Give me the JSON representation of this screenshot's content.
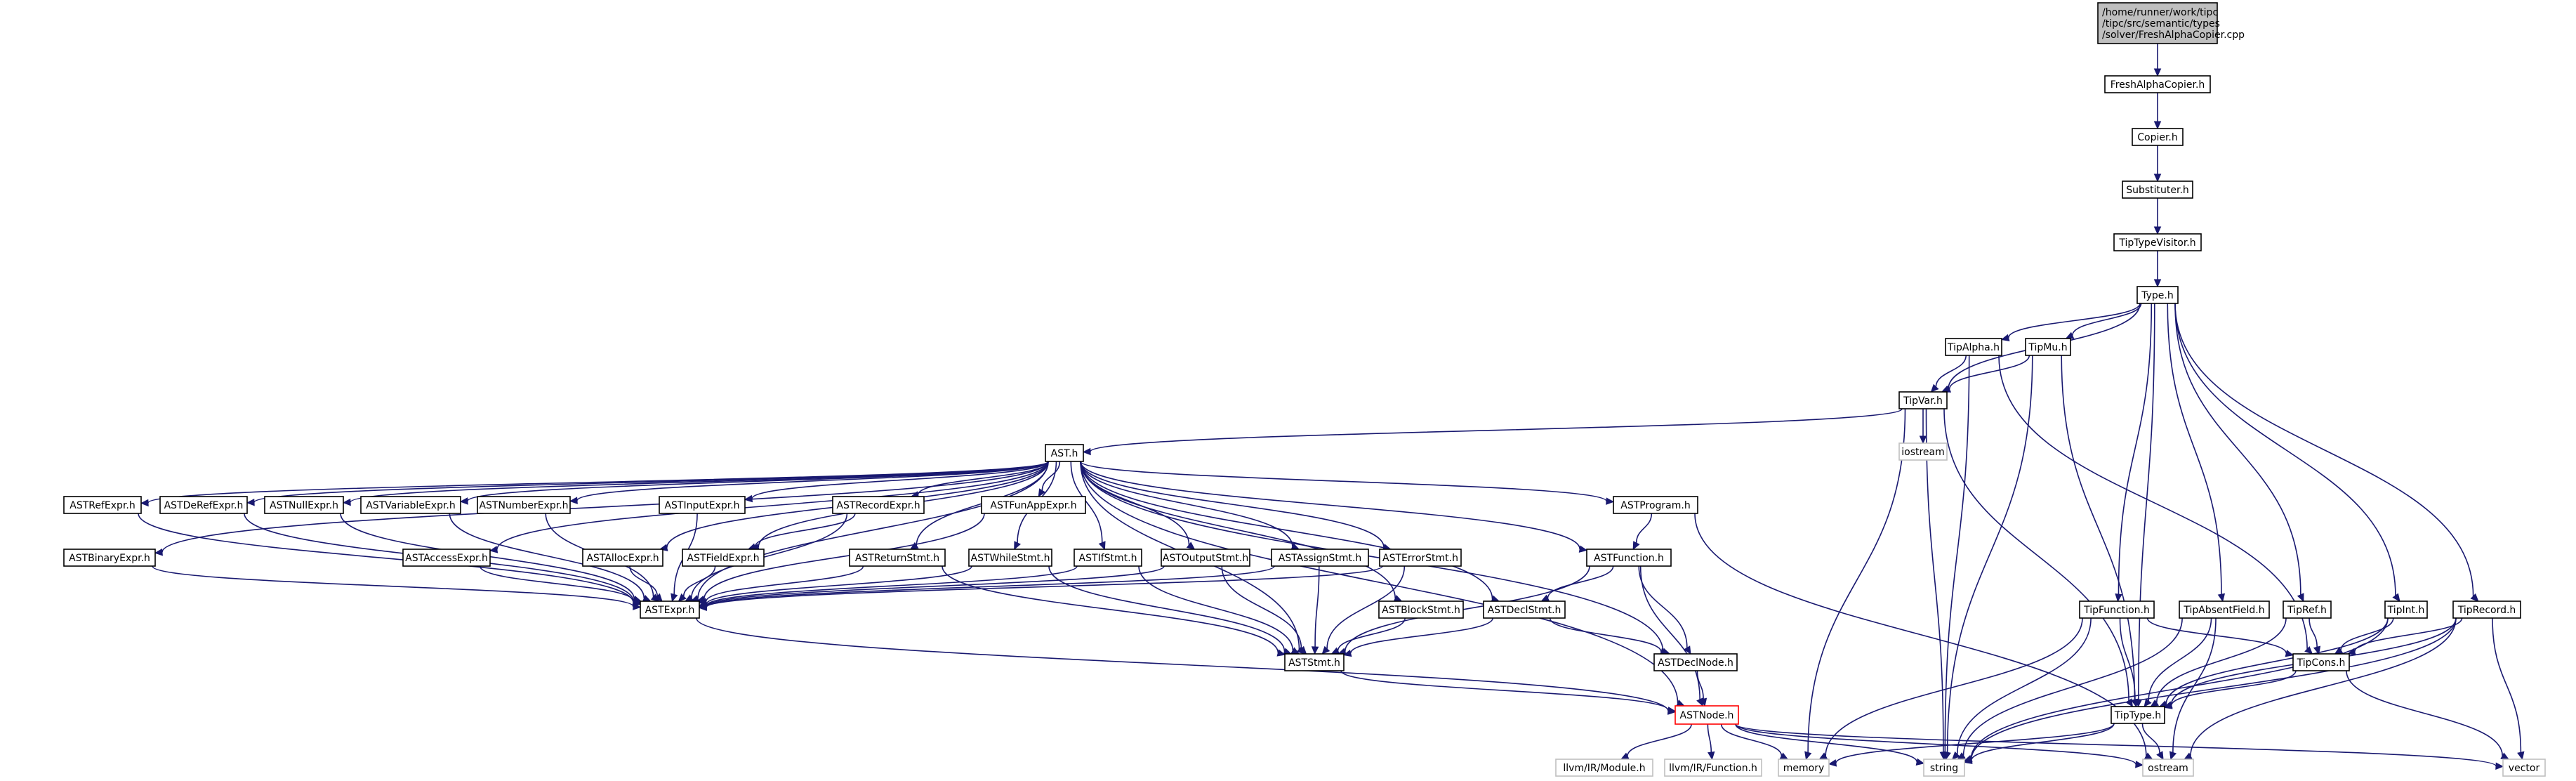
{
  "colors": {
    "edge": "#191970",
    "root_fill": "#bfbfbf",
    "node_border": "#000000",
    "ext_border": "#bfbfbf",
    "red_border": "#ff0000"
  },
  "nodes": [
    {
      "id": "root",
      "lines": [
        "/home/runner/work/tipc",
        "/tipc/src/semantic/types",
        "/solver/FreshAlphaCopier.cpp"
      ],
      "style": "root"
    },
    {
      "id": "fac",
      "lines": [
        "FreshAlphaCopier.h"
      ]
    },
    {
      "id": "copier",
      "lines": [
        "Copier.h"
      ]
    },
    {
      "id": "subst",
      "lines": [
        "Substituter.h"
      ]
    },
    {
      "id": "ttv",
      "lines": [
        "TipTypeVisitor.h"
      ]
    },
    {
      "id": "type",
      "lines": [
        "Type.h"
      ]
    },
    {
      "id": "tipalpha",
      "lines": [
        "TipAlpha.h"
      ]
    },
    {
      "id": "tipmu",
      "lines": [
        "TipMu.h"
      ]
    },
    {
      "id": "tipvar",
      "lines": [
        "TipVar.h"
      ]
    },
    {
      "id": "iostream",
      "lines": [
        "iostream"
      ],
      "style": "grey"
    },
    {
      "id": "ast",
      "lines": [
        "AST.h"
      ]
    },
    {
      "id": "arefexpr",
      "lines": [
        "ASTRefExpr.h"
      ]
    },
    {
      "id": "aderef",
      "lines": [
        "ASTDeRefExpr.h"
      ]
    },
    {
      "id": "anull",
      "lines": [
        "ASTNullExpr.h"
      ]
    },
    {
      "id": "avar",
      "lines": [
        "ASTVariableExpr.h"
      ]
    },
    {
      "id": "anum",
      "lines": [
        "ASTNumberExpr.h"
      ]
    },
    {
      "id": "ainput",
      "lines": [
        "ASTInputExpr.h"
      ]
    },
    {
      "id": "arecord",
      "lines": [
        "ASTRecordExpr.h"
      ]
    },
    {
      "id": "afunapp",
      "lines": [
        "ASTFunAppExpr.h"
      ]
    },
    {
      "id": "aprog",
      "lines": [
        "ASTProgram.h"
      ]
    },
    {
      "id": "abin",
      "lines": [
        "ASTBinaryExpr.h"
      ]
    },
    {
      "id": "aaccess",
      "lines": [
        "ASTAccessExpr.h"
      ]
    },
    {
      "id": "aalloc",
      "lines": [
        "ASTAllocExpr.h"
      ]
    },
    {
      "id": "afield",
      "lines": [
        "ASTFieldExpr.h"
      ]
    },
    {
      "id": "aret",
      "lines": [
        "ASTReturnStmt.h"
      ]
    },
    {
      "id": "awhile",
      "lines": [
        "ASTWhileStmt.h"
      ]
    },
    {
      "id": "aif",
      "lines": [
        "ASTIfStmt.h"
      ]
    },
    {
      "id": "aout",
      "lines": [
        "ASTOutputStmt.h"
      ]
    },
    {
      "id": "aassign",
      "lines": [
        "ASTAssignStmt.h"
      ]
    },
    {
      "id": "aerr",
      "lines": [
        "ASTErrorStmt.h"
      ]
    },
    {
      "id": "afunc",
      "lines": [
        "ASTFunction.h"
      ]
    },
    {
      "id": "aexpr",
      "lines": [
        "ASTExpr.h"
      ]
    },
    {
      "id": "ablock",
      "lines": [
        "ASTBlockStmt.h"
      ]
    },
    {
      "id": "adecl",
      "lines": [
        "ASTDeclStmt.h"
      ]
    },
    {
      "id": "astmt",
      "lines": [
        "ASTStmt.h"
      ]
    },
    {
      "id": "adeclnode",
      "lines": [
        "ASTDeclNode.h"
      ]
    },
    {
      "id": "anode",
      "lines": [
        "ASTNode.h"
      ],
      "style": "red"
    },
    {
      "id": "llvmmod",
      "lines": [
        "llvm/IR/Module.h"
      ],
      "style": "grey"
    },
    {
      "id": "llvmfn",
      "lines": [
        "llvm/IR/Function.h"
      ],
      "style": "grey"
    },
    {
      "id": "memory",
      "lines": [
        "memory"
      ],
      "style": "grey"
    },
    {
      "id": "string",
      "lines": [
        "string"
      ],
      "style": "grey"
    },
    {
      "id": "ostream",
      "lines": [
        "ostream"
      ],
      "style": "grey"
    },
    {
      "id": "vector",
      "lines": [
        "vector"
      ],
      "style": "grey"
    },
    {
      "id": "tipfunc",
      "lines": [
        "TipFunction.h"
      ]
    },
    {
      "id": "tipabsent",
      "lines": [
        "TipAbsentField.h"
      ]
    },
    {
      "id": "tipref",
      "lines": [
        "TipRef.h"
      ]
    },
    {
      "id": "tipint",
      "lines": [
        "TipInt.h"
      ]
    },
    {
      "id": "tiprecord",
      "lines": [
        "TipRecord.h"
      ]
    },
    {
      "id": "tipcons",
      "lines": [
        "TipCons.h"
      ]
    },
    {
      "id": "tiptype",
      "lines": [
        "TipType.h"
      ]
    }
  ],
  "edges": [
    [
      "root",
      "fac"
    ],
    [
      "fac",
      "copier"
    ],
    [
      "copier",
      "subst"
    ],
    [
      "subst",
      "ttv"
    ],
    [
      "ttv",
      "type"
    ],
    [
      "type",
      "tipalpha"
    ],
    [
      "type",
      "tipmu"
    ],
    [
      "type",
      "tipvar"
    ],
    [
      "type",
      "tipfunc"
    ],
    [
      "type",
      "tipabsent"
    ],
    [
      "type",
      "tipref"
    ],
    [
      "type",
      "tipint"
    ],
    [
      "type",
      "tiprecord"
    ],
    [
      "type",
      "tiptype"
    ],
    [
      "tipalpha",
      "tipvar"
    ],
    [
      "tipalpha",
      "tipcons"
    ],
    [
      "tipalpha",
      "string"
    ],
    [
      "tipmu",
      "tipvar"
    ],
    [
      "tipmu",
      "tiptype"
    ],
    [
      "tipmu",
      "string"
    ],
    [
      "tipvar",
      "ast"
    ],
    [
      "tipvar",
      "iostream"
    ],
    [
      "tipvar",
      "memory"
    ],
    [
      "tipvar",
      "string"
    ],
    [
      "tipvar",
      "tiptype"
    ],
    [
      "ast",
      "arefexpr"
    ],
    [
      "ast",
      "aderef"
    ],
    [
      "ast",
      "anull"
    ],
    [
      "ast",
      "avar"
    ],
    [
      "ast",
      "anum"
    ],
    [
      "ast",
      "ainput"
    ],
    [
      "ast",
      "arecord"
    ],
    [
      "ast",
      "afunapp"
    ],
    [
      "ast",
      "aprog"
    ],
    [
      "ast",
      "abin"
    ],
    [
      "ast",
      "aaccess"
    ],
    [
      "ast",
      "aalloc"
    ],
    [
      "ast",
      "afield"
    ],
    [
      "ast",
      "aret"
    ],
    [
      "ast",
      "awhile"
    ],
    [
      "ast",
      "aif"
    ],
    [
      "ast",
      "aout"
    ],
    [
      "ast",
      "aassign"
    ],
    [
      "ast",
      "aerr"
    ],
    [
      "ast",
      "afunc"
    ],
    [
      "ast",
      "ablock"
    ],
    [
      "ast",
      "adecl"
    ],
    [
      "ast",
      "astmt"
    ],
    [
      "ast",
      "adeclnode"
    ],
    [
      "ast",
      "anode"
    ],
    [
      "ast",
      "aexpr"
    ],
    [
      "arefexpr",
      "aexpr"
    ],
    [
      "aderef",
      "aexpr"
    ],
    [
      "anull",
      "aexpr"
    ],
    [
      "avar",
      "aexpr"
    ],
    [
      "anum",
      "aexpr"
    ],
    [
      "ainput",
      "aexpr"
    ],
    [
      "arecord",
      "aexpr"
    ],
    [
      "arecord",
      "afield"
    ],
    [
      "afunapp",
      "aexpr"
    ],
    [
      "abin",
      "aexpr"
    ],
    [
      "aaccess",
      "aexpr"
    ],
    [
      "aalloc",
      "aexpr"
    ],
    [
      "afield",
      "aexpr"
    ],
    [
      "aprog",
      "afunc"
    ],
    [
      "aprog",
      "ostream"
    ],
    [
      "aret",
      "aexpr"
    ],
    [
      "aret",
      "astmt"
    ],
    [
      "awhile",
      "aexpr"
    ],
    [
      "awhile",
      "astmt"
    ],
    [
      "aif",
      "aexpr"
    ],
    [
      "aif",
      "astmt"
    ],
    [
      "aout",
      "aexpr"
    ],
    [
      "aout",
      "astmt"
    ],
    [
      "aassign",
      "aexpr"
    ],
    [
      "aassign",
      "astmt"
    ],
    [
      "aerr",
      "aexpr"
    ],
    [
      "aerr",
      "astmt"
    ],
    [
      "ablock",
      "astmt"
    ],
    [
      "adecl",
      "astmt"
    ],
    [
      "adecl",
      "adeclnode"
    ],
    [
      "afunc",
      "adecl"
    ],
    [
      "afunc",
      "adeclnode"
    ],
    [
      "afunc",
      "astmt"
    ],
    [
      "afunc",
      "anode"
    ],
    [
      "adeclnode",
      "anode"
    ],
    [
      "aexpr",
      "anode"
    ],
    [
      "astmt",
      "anode"
    ],
    [
      "anode",
      "llvmmod"
    ],
    [
      "anode",
      "llvmfn"
    ],
    [
      "anode",
      "memory"
    ],
    [
      "anode",
      "string"
    ],
    [
      "anode",
      "ostream"
    ],
    [
      "anode",
      "vector"
    ],
    [
      "tipfunc",
      "tiptype"
    ],
    [
      "tipfunc",
      "tipcons"
    ],
    [
      "tipfunc",
      "memory"
    ],
    [
      "tipfunc",
      "string"
    ],
    [
      "tipabsent",
      "tiptype"
    ],
    [
      "tipabsent",
      "string"
    ],
    [
      "tipabsent",
      "ostream"
    ],
    [
      "tipref",
      "tipcons"
    ],
    [
      "tipref",
      "tiptype"
    ],
    [
      "tipint",
      "tipcons"
    ],
    [
      "tipint",
      "tiptype"
    ],
    [
      "tipint",
      "string"
    ],
    [
      "tiprecord",
      "tipcons"
    ],
    [
      "tiprecord",
      "tiptype"
    ],
    [
      "tiprecord",
      "string"
    ],
    [
      "tiprecord",
      "vector"
    ],
    [
      "tiprecord",
      "ostream"
    ],
    [
      "tipcons",
      "tiptype"
    ],
    [
      "tipcons",
      "vector"
    ],
    [
      "tiptype",
      "memory"
    ],
    [
      "tiptype",
      "string"
    ],
    [
      "tiptype",
      "ostream"
    ]
  ]
}
